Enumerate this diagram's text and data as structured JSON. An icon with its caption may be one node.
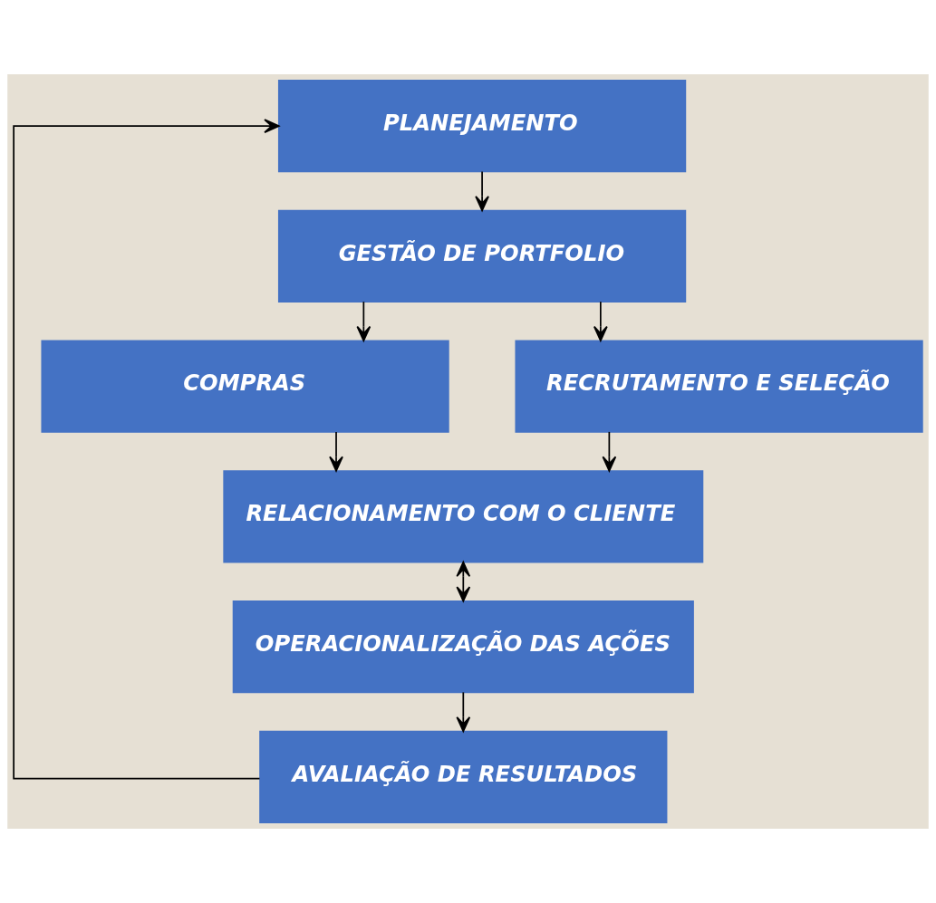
{
  "diagram": {
    "nodes": [
      {
        "text": [
          "PLANEJAMENTO"
        ]
      },
      {
        "text": [
          "GESTÃO DE PORTFOLIO"
        ]
      },
      {
        "text": [
          "COMPRAS"
        ]
      },
      {
        "text": [
          "RECRUTAMENTO E SELEÇÃO"
        ]
      },
      {
        "text": [
          "RELACIONAMENTO COM O CLIENTE"
        ]
      },
      {
        "text": [
          "OPERACIONALIZAÇÃO DAS AÇÕES"
        ]
      },
      {
        "text": [
          "AVALIAÇÃO DE RESULTADOS"
        ]
      }
    ],
    "edges": [
      {
        "from": 0,
        "to": 1,
        "arrow": "to"
      },
      {
        "from": 1,
        "to": 2,
        "arrow": "to"
      },
      {
        "from": 1,
        "to": 3,
        "arrow": "to"
      },
      {
        "from": 2,
        "to": 4,
        "arrow": "to"
      },
      {
        "from": 3,
        "to": 4,
        "arrow": "to"
      },
      {
        "from": 4,
        "to": 5,
        "arrow": "both"
      },
      {
        "from": 5,
        "to": 6,
        "arrow": "to"
      },
      {
        "from": 6,
        "to": 0,
        "arrow": "to"
      }
    ]
  }
}
